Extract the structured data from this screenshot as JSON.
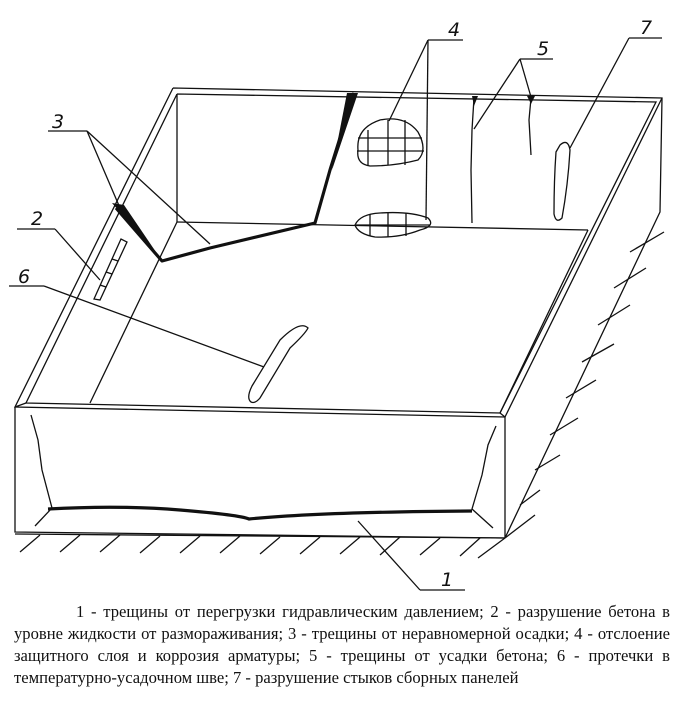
{
  "labels": {
    "l1": "1",
    "l2": "2",
    "l3": "3",
    "l4": "4",
    "l5": "5",
    "l6": "6",
    "l7": "7"
  },
  "caption": "1 - трещины от перегрузки гидравлическим давлением; 2 - разрушение бетона в уровне жидкости от размораживания; 3 - трещины от неравномерной осадки; 4 - отслоение защитного слоя и коррозия арматуры; 5 - трещины от усадки бетона; 6 - протечки в температурно-усадочном шве; 7 - разрушение стыков сборных панелей"
}
